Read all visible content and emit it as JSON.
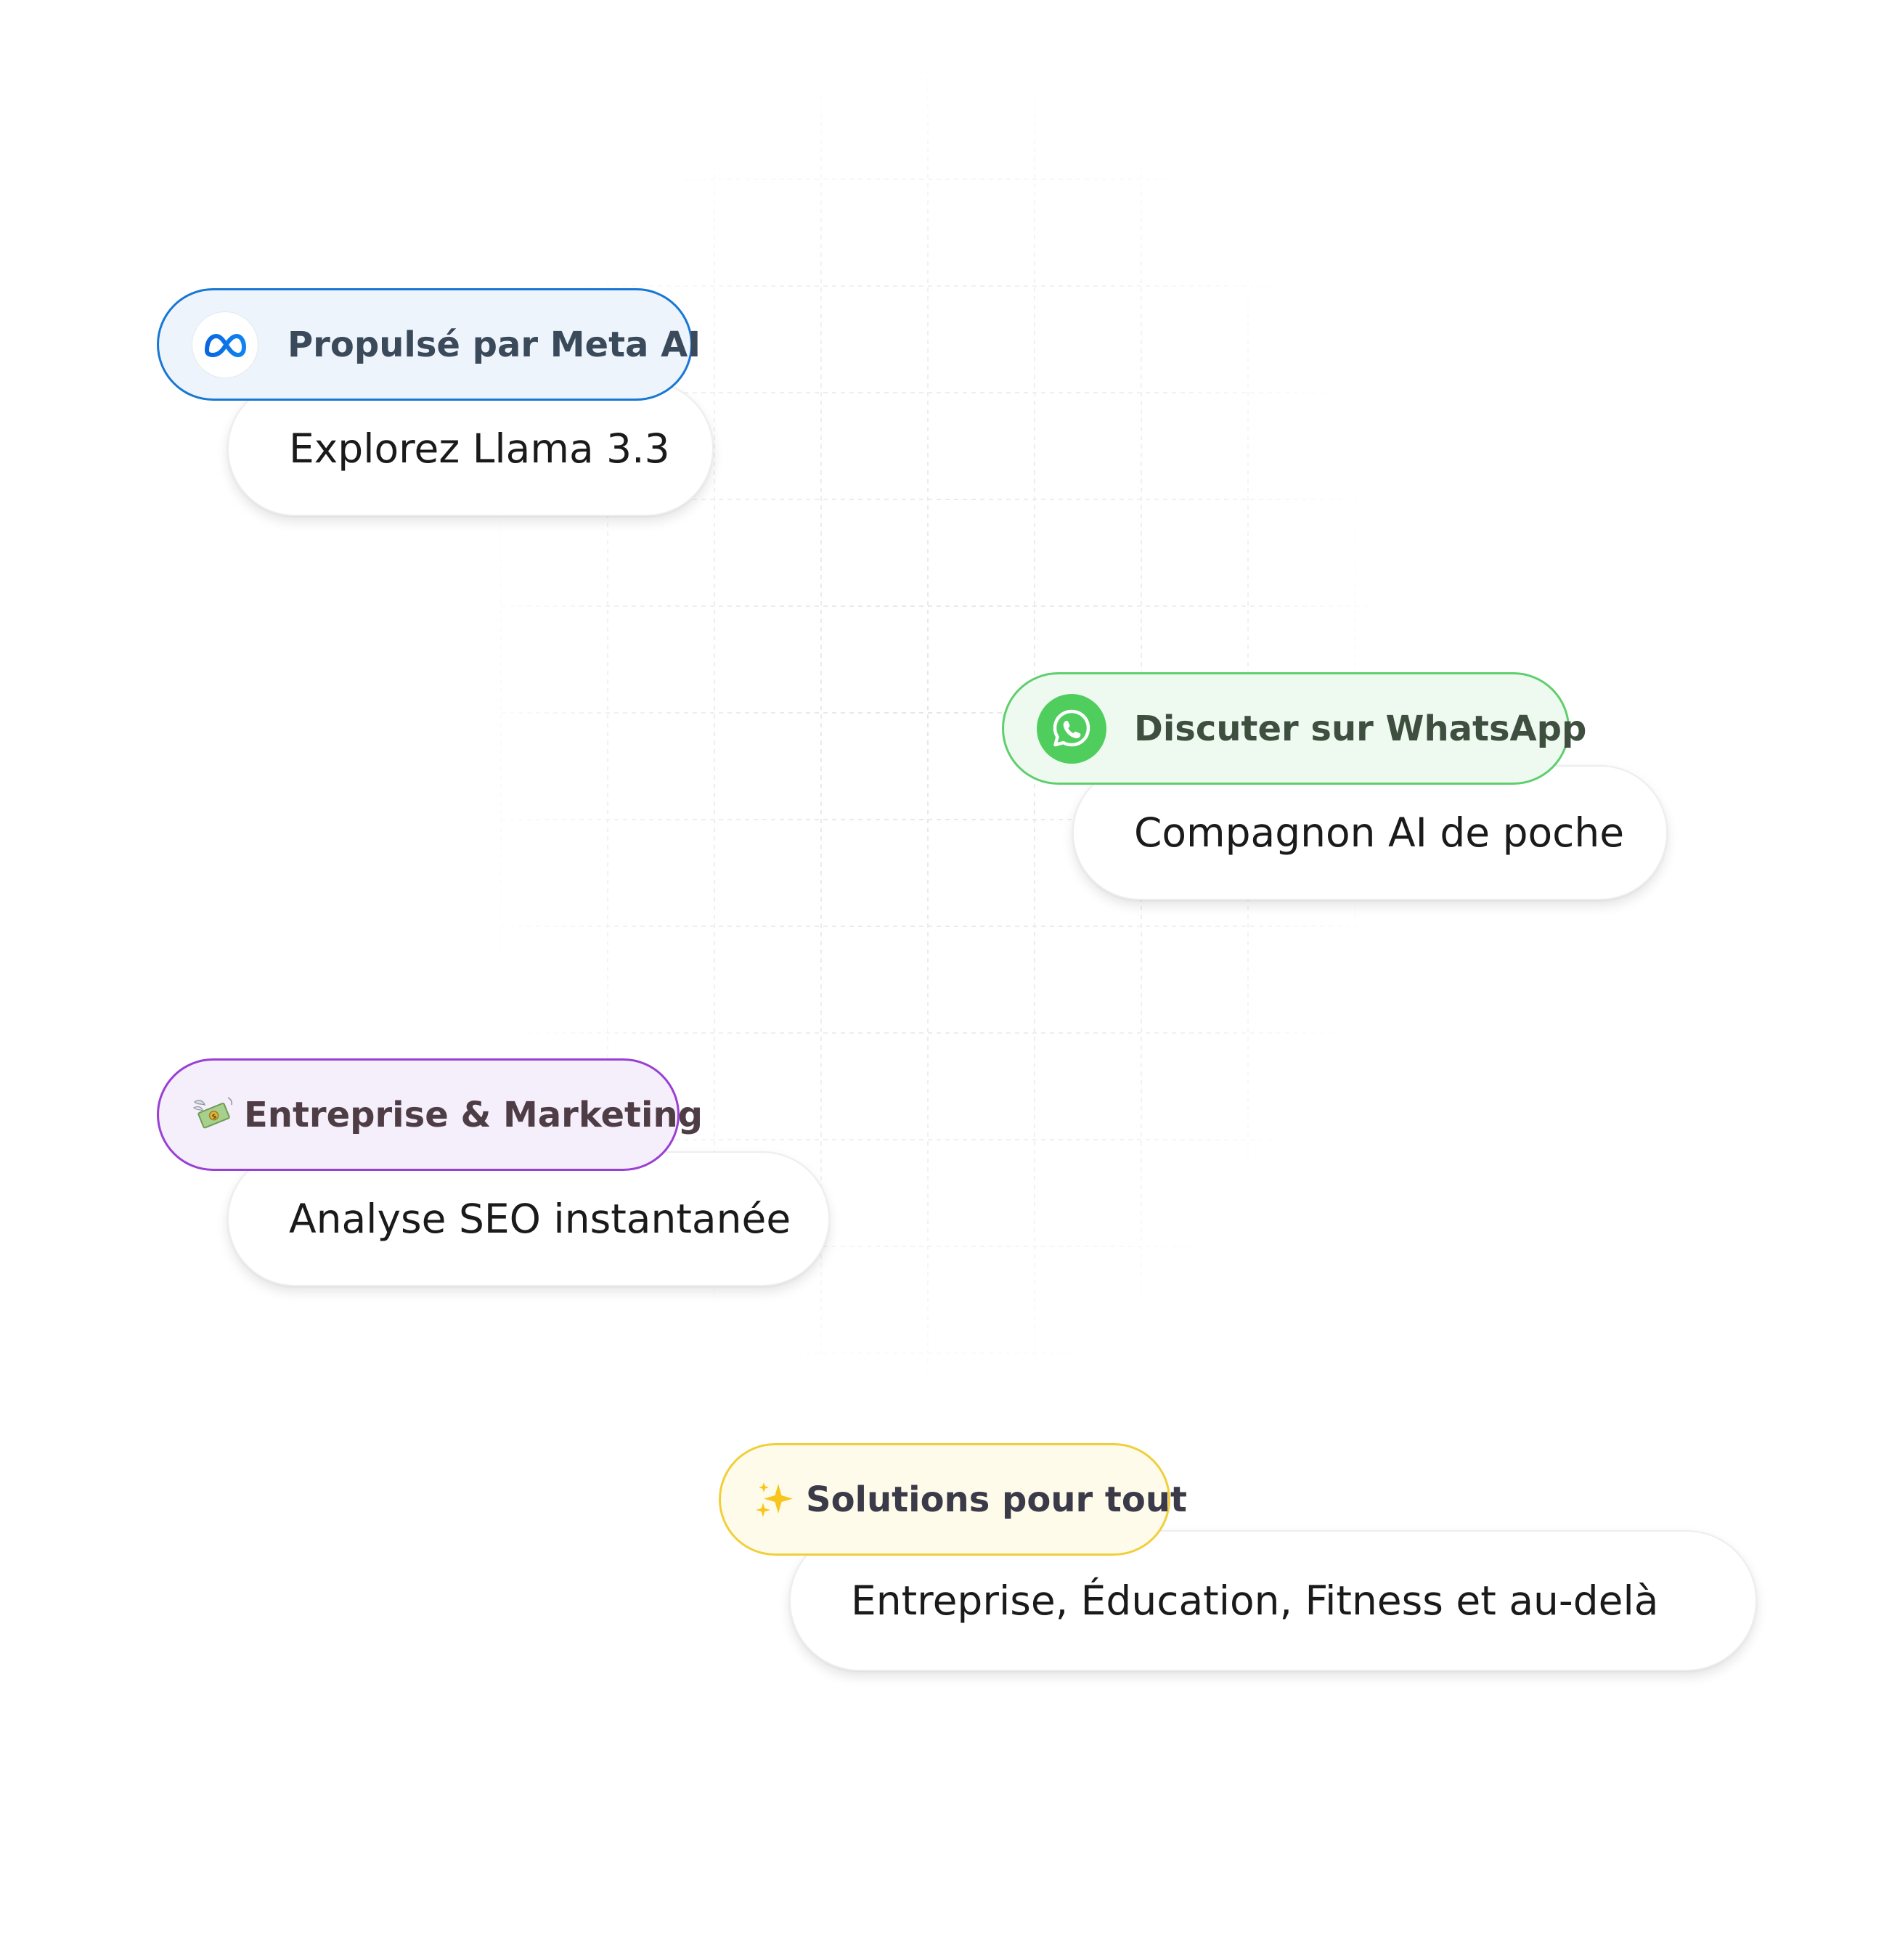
{
  "cards": [
    {
      "badge": {
        "label": "Propulsé par Meta AI",
        "icon": "meta-logo-icon",
        "text_color": "#3b4a5a",
        "border_color": "#1877d4",
        "bg_color": "#eef4fc"
      },
      "bubble": {
        "label": "Explorez Llama 3.3"
      }
    },
    {
      "badge": {
        "label": "Discuter sur WhatsApp",
        "icon": "whatsapp-icon",
        "text_color": "#3e4f3f",
        "border_color": "#5fcf6d",
        "bg_color": "#eefaf0"
      },
      "bubble": {
        "label": "Compagnon AI de poche"
      }
    },
    {
      "badge": {
        "label": "Entreprise & Marketing",
        "icon": "money-with-wings-icon",
        "text_color": "#4f3d46",
        "border_color": "#9a3fd4",
        "bg_color": "#f5eefb"
      },
      "bubble": {
        "label": "Analyse SEO instantanée"
      }
    },
    {
      "badge": {
        "label": "Solutions pour tout",
        "icon": "sparkles-icon",
        "text_color": "#3a3a48",
        "border_color": "#f0cf3c",
        "bg_color": "#fffbea"
      },
      "bubble": {
        "label": "Entreprise, Éducation, Fitness et au-delà"
      }
    }
  ]
}
